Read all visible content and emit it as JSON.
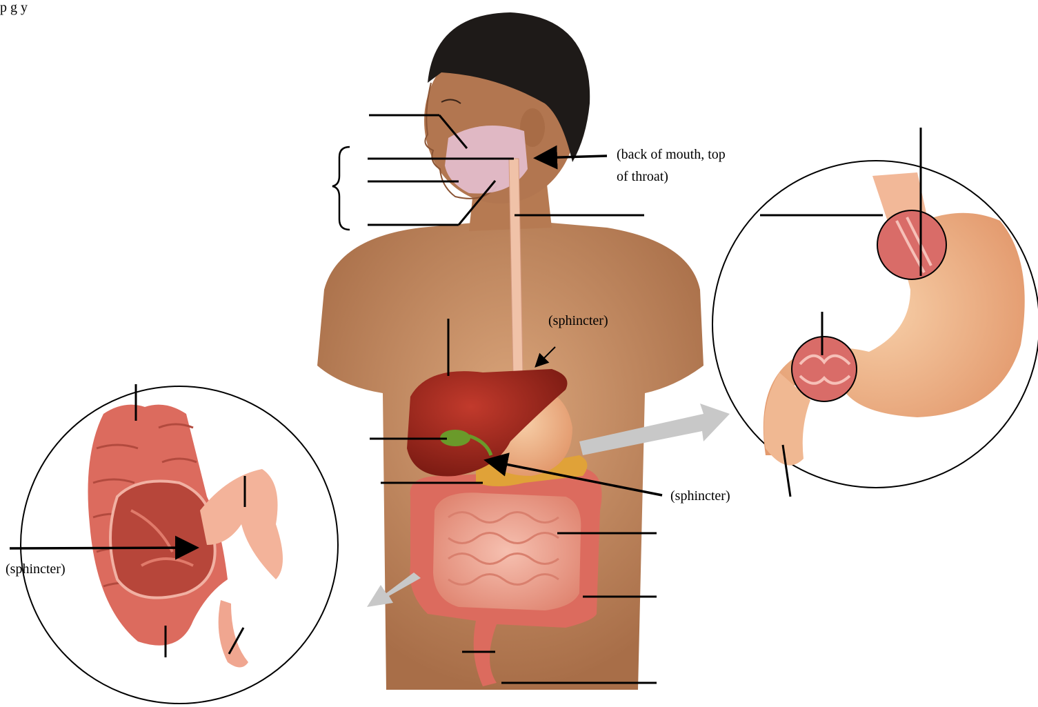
{
  "header_fragment": "p              g          y",
  "labels": {
    "pharynx_note_line1": "(back of mouth, top",
    "pharynx_note_line2": "of throat)",
    "cardiac_sphincter": "(sphincter)",
    "pyloric_sphincter": "(sphincter)",
    "ileocecal_sphincter": "(sphincter)"
  },
  "colors": {
    "skin": "#c9956c",
    "skin_shadow": "#a86e48",
    "hair": "#1e1a18",
    "liver": "#a8281e",
    "stomach": "#f0b58a",
    "intestine": "#e98a7a",
    "colon": "#dc6b5e",
    "gallbladder": "#6a9a2a",
    "pancreas": "#e0a238",
    "gland": "#e8c4d8",
    "arrow_gray": "#c8c8c8",
    "line": "#000000"
  }
}
